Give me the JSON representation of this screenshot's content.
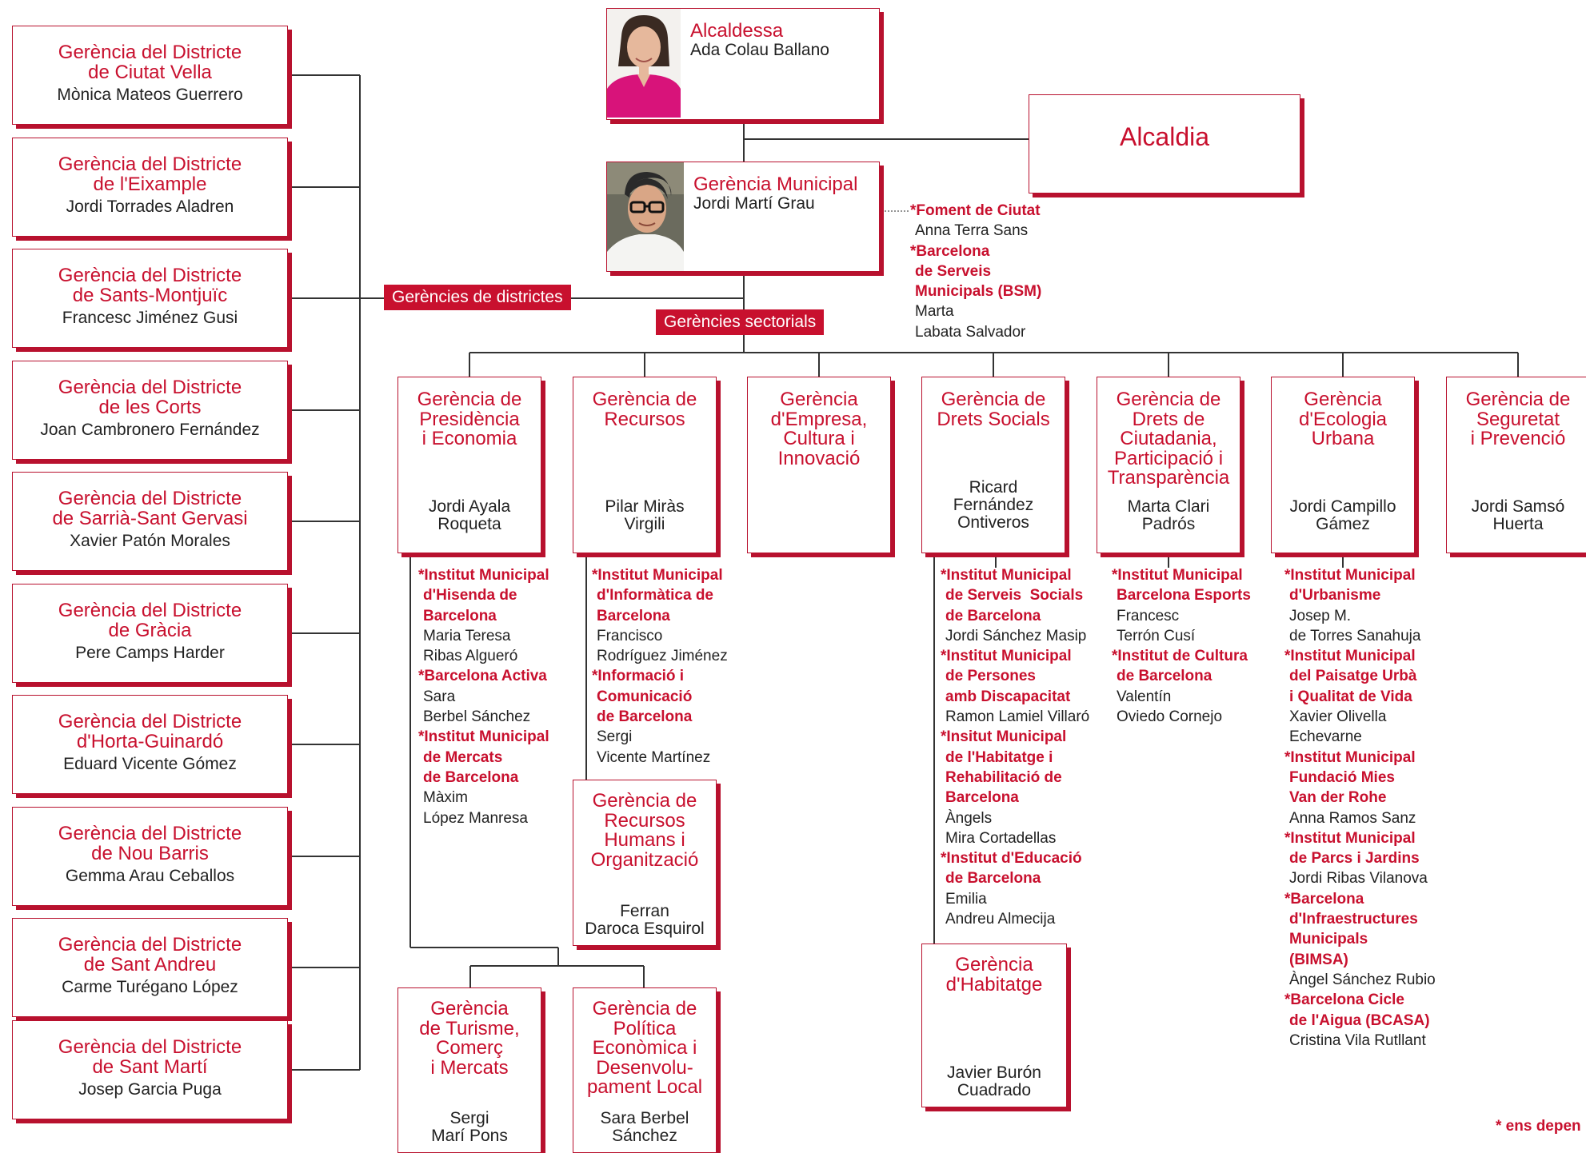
{
  "mayor": {
    "title": "Alcaldessa",
    "name": "Ada Colau Ballano"
  },
  "alcaldia": {
    "title": "Alcaldia"
  },
  "municipal": {
    "title": "Gerència Municipal",
    "name": "Jordi Martí Grau"
  },
  "labels": {
    "districts": "Gerències de districtes",
    "sectoral": "Gerències sectorials"
  },
  "districts": [
    {
      "title": [
        "Gerència del Districte",
        "de Ciutat Vella"
      ],
      "name": "Mònica Mateos Guerrero"
    },
    {
      "title": [
        "Gerència del Districte",
        "de l'Eixample"
      ],
      "name": "Jordi Torrades Aladren"
    },
    {
      "title": [
        "Gerència del Districte",
        "de Sants-Montjuïc"
      ],
      "name": "Francesc Jiménez Gusi"
    },
    {
      "title": [
        "Gerència del Districte",
        "de les Corts"
      ],
      "name": "Joan Cambronero Fernández"
    },
    {
      "title": [
        "Gerència del Districte",
        "de Sarrià-Sant Gervasi"
      ],
      "name": "Xavier Patón Morales"
    },
    {
      "title": [
        "Gerència del Districte",
        "de Gràcia"
      ],
      "name": "Pere Camps Harder"
    },
    {
      "title": [
        "Gerència del Districte",
        "d'Horta-Guinardó"
      ],
      "name": "Eduard Vicente Gómez"
    },
    {
      "title": [
        "Gerència del Districte",
        "de Nou Barris"
      ],
      "name": "Gemma Arau Ceballos"
    },
    {
      "title": [
        "Gerència del Districte",
        "de Sant Andreu"
      ],
      "name": "Carme Turégano López"
    },
    {
      "title": [
        "Gerència del Districte",
        "de Sant Martí"
      ],
      "name": "Josep Garcia Puga"
    }
  ],
  "sectors": [
    {
      "title": [
        "Gerència de",
        "Presidència",
        "i Economia"
      ],
      "name": [
        "Jordi Ayala",
        "Roqueta"
      ]
    },
    {
      "title": [
        "Gerència de",
        "Recursos"
      ],
      "name": [
        "Pilar Miràs",
        "Virgili"
      ]
    },
    {
      "title": [
        "Gerència",
        "d'Empresa,",
        "Cultura i",
        "Innovació"
      ],
      "name": []
    },
    {
      "title": [
        "Gerència de",
        "Drets Socials"
      ],
      "name": [
        "Ricard",
        "Fernández",
        "Ontiveros"
      ]
    },
    {
      "title": [
        "Gerència de",
        "Drets de",
        "Ciutadania,",
        "Participació i",
        "Transparència"
      ],
      "name": [
        "Marta Clari",
        "Padrós"
      ]
    },
    {
      "title": [
        "Gerència",
        "d'Ecologia",
        "Urbana"
      ],
      "name": [
        "Jordi Campillo",
        "Gámez"
      ]
    },
    {
      "title": [
        "Gerència de",
        "Seguretat",
        "i Prevenció"
      ],
      "name": [
        "Jordi Samsó",
        "Huerta"
      ]
    }
  ],
  "sub_units": [
    {
      "title": [
        "Gerència de",
        "Recursos",
        "Humans i",
        "Organització"
      ],
      "name": [
        "Ferran",
        "Daroca Esquirol"
      ]
    },
    {
      "title": [
        "Gerència",
        "d'Habitatge"
      ],
      "name": [
        "Javier Burón",
        "Cuadrado"
      ]
    },
    {
      "title": [
        "Gerència",
        "de Turisme,",
        "Comerç",
        "i Mercats"
      ],
      "name": [
        "Sergi",
        "Marí Pons"
      ]
    },
    {
      "title": [
        "Gerència de",
        "Política",
        "Econòmica i",
        "Desenvolu-",
        "pament Local"
      ],
      "name": [
        "Sara Berbel",
        "Sánchez"
      ]
    }
  ],
  "entity_lists": [
    {
      "id": "municipal",
      "lines": [
        [
          "b",
          "*Foment de Ciutat"
        ],
        [
          "n",
          "Anna Terra Sans"
        ],
        [
          "b",
          "*Barcelona"
        ],
        [
          "b",
          "de Serveis"
        ],
        [
          "b",
          "Municipals (BSM)"
        ],
        [
          "n",
          "Marta"
        ],
        [
          "n",
          "Labata Salvador"
        ]
      ]
    },
    {
      "id": "presidencia",
      "lines": [
        [
          "b",
          "*Institut Municipal"
        ],
        [
          "b",
          "d'Hisenda de"
        ],
        [
          "b",
          "Barcelona"
        ],
        [
          "n",
          "Maria Teresa"
        ],
        [
          "n",
          "Ribas Algueró"
        ],
        [
          "b",
          "*Barcelona Activa"
        ],
        [
          "n",
          "Sara"
        ],
        [
          "n",
          "Berbel Sánchez"
        ],
        [
          "b",
          "*Institut Municipal"
        ],
        [
          "b",
          "de Mercats"
        ],
        [
          "b",
          "de Barcelona"
        ],
        [
          "n",
          "Màxim"
        ],
        [
          "n",
          "López Manresa"
        ]
      ]
    },
    {
      "id": "recursos",
      "lines": [
        [
          "b",
          "*Institut Municipal"
        ],
        [
          "b",
          "d'Informàtica de"
        ],
        [
          "b",
          "Barcelona"
        ],
        [
          "n",
          "Francisco"
        ],
        [
          "n",
          "Rodríguez Jiménez"
        ],
        [
          "b",
          "*Informació i"
        ],
        [
          "b",
          "Comunicació"
        ],
        [
          "b",
          "de Barcelona"
        ],
        [
          "n",
          "Sergi"
        ],
        [
          "n",
          "Vicente Martínez"
        ]
      ]
    },
    {
      "id": "drets-socials",
      "lines": [
        [
          "b",
          "*Institut Municipal"
        ],
        [
          "b",
          "de Serveis  Socials"
        ],
        [
          "b",
          "de Barcelona"
        ],
        [
          "n",
          "Jordi Sánchez Masip"
        ],
        [
          "b",
          "*Institut Municipal"
        ],
        [
          "b",
          "de Persones"
        ],
        [
          "b",
          "amb Discapacitat"
        ],
        [
          "n",
          "Ramon Lamiel Villaró"
        ],
        [
          "b",
          "*Insitut Municipal"
        ],
        [
          "b",
          "de l'Habitatge i"
        ],
        [
          "b",
          "Rehabilitació de"
        ],
        [
          "b",
          "Barcelona"
        ],
        [
          "n",
          "Àngels"
        ],
        [
          "n",
          "Mira Cortadellas"
        ],
        [
          "b",
          "*Institut d'Educació"
        ],
        [
          "b",
          "de Barcelona"
        ],
        [
          "n",
          "Emilia"
        ],
        [
          "n",
          "Andreu Almecija"
        ]
      ]
    },
    {
      "id": "ciutadania",
      "lines": [
        [
          "b",
          "*Institut Municipal"
        ],
        [
          "b",
          "Barcelona Esports"
        ],
        [
          "n",
          "Francesc"
        ],
        [
          "n",
          "Terrón Cusí"
        ],
        [
          "b",
          "*Institut de Cultura"
        ],
        [
          "b",
          "de Barcelona"
        ],
        [
          "n",
          "Valentín"
        ],
        [
          "n",
          "Oviedo Cornejo"
        ]
      ]
    },
    {
      "id": "ecologia",
      "lines": [
        [
          "b",
          "*Institut Municipal"
        ],
        [
          "b",
          "d'Urbanisme"
        ],
        [
          "n",
          "Josep M."
        ],
        [
          "n",
          "de Torres Sanahuja"
        ],
        [
          "b",
          "*Institut Municipal"
        ],
        [
          "b",
          "del Paisatge Urbà"
        ],
        [
          "b",
          "i Qualitat de Vida"
        ],
        [
          "n",
          "Xavier Olivella"
        ],
        [
          "n",
          "Echevarne"
        ],
        [
          "b",
          "*Institut Municipal"
        ],
        [
          "b",
          "Fundació Mies"
        ],
        [
          "b",
          "Van der Rohe"
        ],
        [
          "n",
          "Anna Ramos Sanz"
        ],
        [
          "b",
          "*Institut Municipal"
        ],
        [
          "b",
          "de Parcs i Jardins"
        ],
        [
          "n",
          "Jordi Ribas Vilanova"
        ],
        [
          "b",
          "*Barcelona"
        ],
        [
          "b",
          "d'Infraestructures"
        ],
        [
          "b",
          "Municipals"
        ],
        [
          "b",
          "(BIMSA)"
        ],
        [
          "n",
          "Àngel Sánchez Rubio"
        ],
        [
          "b",
          "*Barcelona Cicle"
        ],
        [
          "b",
          "de l'Aigua (BCASA)"
        ],
        [
          "n",
          "Cristina Vila Rutllant"
        ]
      ]
    }
  ],
  "footnote": "* ens depen",
  "colors": {
    "accent": "#c8102e",
    "text": "#222222",
    "line": "#333333"
  }
}
